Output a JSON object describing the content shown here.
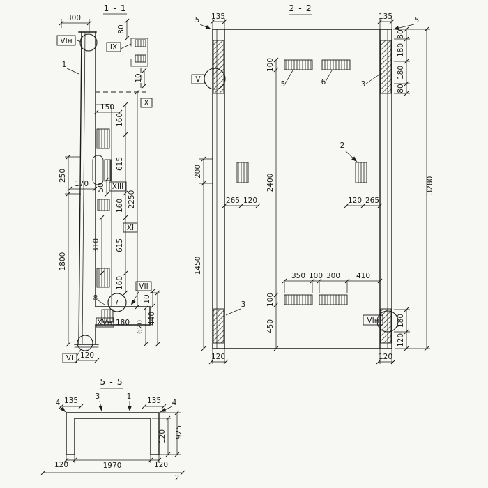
{
  "s11": {
    "title": "1 - 1",
    "d300": "300",
    "d80": "80",
    "vin": "VIн",
    "ix": "IX",
    "n1": "1",
    "d10a": "10",
    "x": "X",
    "d150": "150",
    "d160a": "160",
    "d615a": "615",
    "d160b": "160",
    "d615b": "615",
    "d160c": "160",
    "d2250": "2250",
    "d250": "250",
    "d1800": "1800",
    "d170": "170",
    "d50": "50",
    "xiii": "XIII",
    "xi": "XI",
    "d310": "310",
    "vii": "VII",
    "d10b": "10",
    "n8": "8",
    "n7": "7",
    "xvn": "XVн",
    "d180": "180",
    "d440": "440",
    "d620": "620",
    "vi": "VI",
    "d120": "120"
  },
  "s22": {
    "title": "2 - 2",
    "d5a": "5",
    "d135a": "135",
    "d135b": "135",
    "d5b": "5",
    "d80a": "80",
    "d180a": "180",
    "d180b": "180",
    "d80b": "80",
    "d3280": "3280",
    "d100a": "100",
    "d2400": "2400",
    "d100c": "100",
    "d450": "450",
    "n5": "5",
    "n6": "6",
    "n3a": "3",
    "v": "V",
    "n2": "2",
    "d200": "200",
    "d1450": "1450",
    "d265a": "265",
    "d120a": "120",
    "d120b": "120",
    "d265b": "265",
    "d350": "350",
    "d100b": "100",
    "d300": "300",
    "d410": "410",
    "n3b": "3",
    "vin": "VIн",
    "d180c": "180",
    "d120c": "120",
    "d120d": "120",
    "d120e": "120"
  },
  "s55": {
    "title": "5 - 5",
    "n4a": "4",
    "d135a": "135",
    "n3": "3",
    "n1": "1",
    "d135b": "135",
    "n4b": "4",
    "d120a": "120",
    "d925": "925",
    "d120b": "120",
    "d1970": "1970",
    "d120c": "120",
    "n2": "2"
  }
}
